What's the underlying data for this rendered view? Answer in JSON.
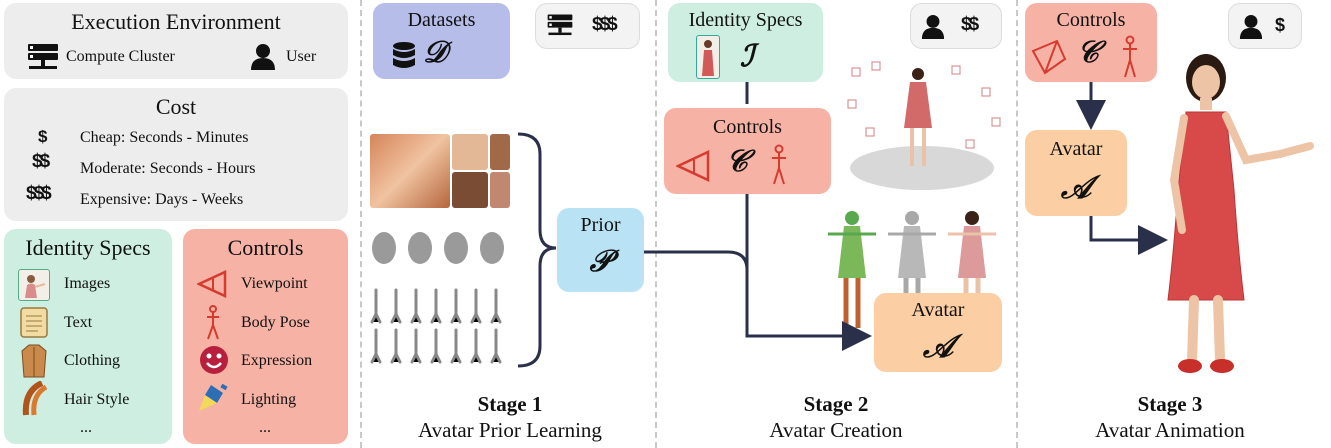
{
  "environment": {
    "title": "Execution Environment",
    "compute_label": "Compute Cluster",
    "user_label": "User"
  },
  "cost": {
    "title": "Cost",
    "rows": [
      {
        "symbol": "$",
        "label": "Cheap: Seconds - Minutes"
      },
      {
        "symbol": "$$",
        "label": "Moderate: Seconds - Hours"
      },
      {
        "symbol": "$$$",
        "label": "Expensive: Days - Weeks"
      }
    ]
  },
  "identity_specs": {
    "title": "Identity Specs",
    "items": [
      "Images",
      "Text",
      "Clothing",
      "Hair Style",
      "..."
    ]
  },
  "controls": {
    "title": "Controls",
    "items": [
      "Viewpoint",
      "Body Pose",
      "Expression",
      "Lighting",
      "..."
    ]
  },
  "stage1": {
    "datasets_label": "Datasets",
    "datasets_symbol": "𝒟",
    "prior_label": "Prior",
    "prior_symbol": "𝒫",
    "stage_title": "Stage 1",
    "stage_name": "Avatar Prior Learning"
  },
  "stage2": {
    "identity_label": "Identity Specs",
    "identity_symbol": "ℐ",
    "controls_label": "Controls",
    "controls_symbol": "𝒞",
    "avatar_label": "Avatar",
    "avatar_symbol": "𝒜",
    "stage_title": "Stage 2",
    "stage_name": "Avatar Creation"
  },
  "stage3": {
    "controls_label": "Controls",
    "controls_symbol": "𝒞",
    "avatar_label": "Avatar",
    "avatar_symbol": "𝒜",
    "stage_title": "Stage 3",
    "stage_name": "Avatar Animation"
  },
  "colors": {
    "green": "#cdeee1",
    "red": "#f7b2a6",
    "blue": "#b9e3f5",
    "purple": "#b6bde8",
    "orange": "#fbcfa3",
    "arrow": "#2a2f4a",
    "icon_red": "#d63b2f"
  }
}
